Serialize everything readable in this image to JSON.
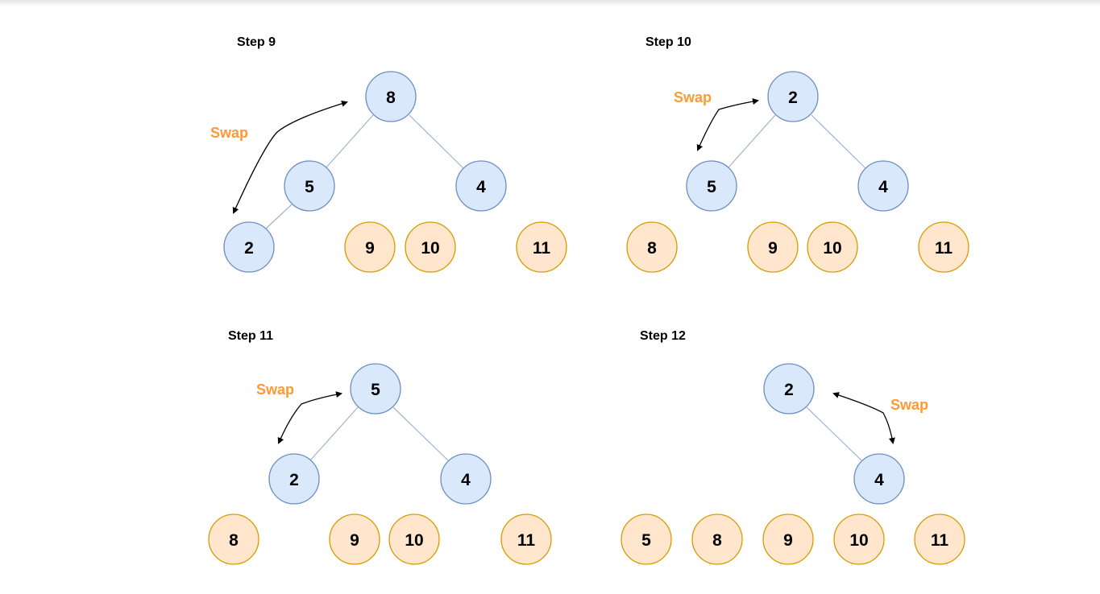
{
  "colors": {
    "heap_fill": "#dae8fc",
    "heap_stroke": "#6c8ebf",
    "sorted_fill": "#ffe6cc",
    "sorted_stroke": "#d79b00",
    "edge": "#9fb3cc",
    "swap_text": "#ff9933",
    "arrow": "#000000"
  },
  "swap_label": "Swap",
  "steps": [
    {
      "title": "Step 9",
      "heap_nodes": [
        "8",
        "5",
        "4",
        "2"
      ],
      "edges": [
        [
          "8",
          "5"
        ],
        [
          "8",
          "4"
        ],
        [
          "5",
          "2"
        ]
      ],
      "sorted_nodes": [
        "9",
        "10",
        "11"
      ],
      "swap": [
        "8",
        "2"
      ]
    },
    {
      "title": "Step 10",
      "heap_nodes": [
        "2",
        "5",
        "4"
      ],
      "edges": [
        [
          "2",
          "5"
        ],
        [
          "2",
          "4"
        ]
      ],
      "sorted_nodes": [
        "8",
        "9",
        "10",
        "11"
      ],
      "swap": [
        "2",
        "5"
      ]
    },
    {
      "title": "Step 11",
      "heap_nodes": [
        "5",
        "2",
        "4"
      ],
      "edges": [
        [
          "5",
          "2"
        ],
        [
          "5",
          "4"
        ]
      ],
      "sorted_nodes": [
        "8",
        "9",
        "10",
        "11"
      ],
      "swap": [
        "5",
        "2"
      ]
    },
    {
      "title": "Step 12",
      "heap_nodes": [
        "2",
        "4"
      ],
      "edges": [
        [
          "2",
          "4"
        ]
      ],
      "sorted_nodes": [
        "5",
        "8",
        "9",
        "10",
        "11"
      ],
      "swap": [
        "2",
        "4"
      ]
    }
  ]
}
